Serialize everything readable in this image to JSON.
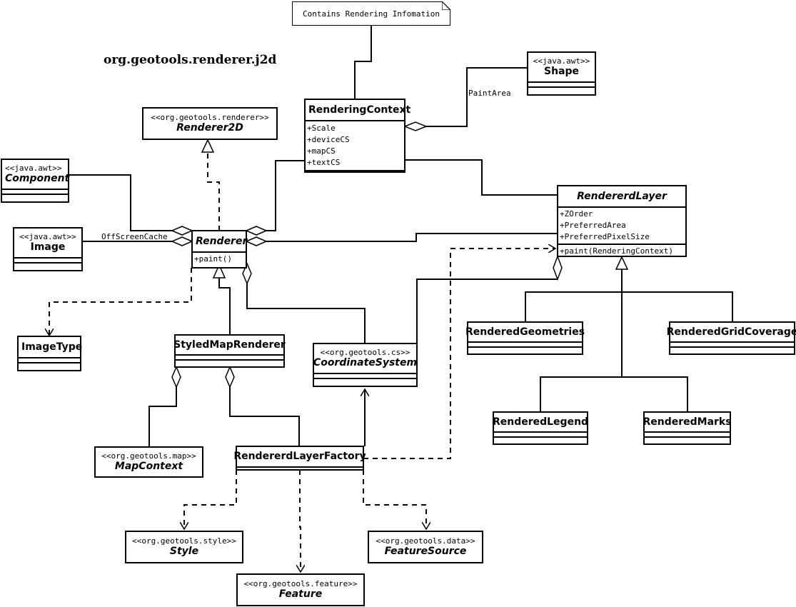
{
  "package_title": "org.geotools.renderer.j2d",
  "note": "Contains Rendering Infomation",
  "labels": {
    "paint_area": "PaintArea",
    "offscreen_cache": "OffScreenCache"
  },
  "classes": {
    "rendering_context": {
      "name": "RenderingContext",
      "attributes": [
        "+Scale",
        "+deviceCS",
        "+mapCS",
        "+textCS"
      ]
    },
    "shape": {
      "stereotype": "<<java.awt>>",
      "name": "Shape"
    },
    "renderer2d": {
      "stereotype": "<<org.geotools.renderer>>",
      "name": "Renderer2D"
    },
    "component": {
      "stereotype": "<<java.awt>>",
      "name": "Component"
    },
    "image": {
      "stereotype": "<<java.awt>>",
      "name": "Image"
    },
    "renderer": {
      "name": "Renderer",
      "operations": [
        "+paint()"
      ]
    },
    "rendered_layer": {
      "name": "RendererdLayer",
      "attributes": [
        "+ZOrder",
        "+PreferredArea",
        "+PreferredPixelSize"
      ],
      "operations": [
        "+paint(RenderingContext)"
      ]
    },
    "image_type": {
      "name": "ImageType"
    },
    "styled_map_renderer": {
      "name": "StyledMapRenderer"
    },
    "coordinate_system": {
      "stereotype": "<<org.geotools.cs>>",
      "name": "CoordinateSystem"
    },
    "rendered_geometries": {
      "name": "RenderedGeometries"
    },
    "rendered_grid_coverage": {
      "name": "RenderedGridCoverage"
    },
    "rendered_legend": {
      "name": "RenderedLegend"
    },
    "rendered_marks": {
      "name": "RenderedMarks"
    },
    "map_context": {
      "stereotype": "<<org.geotools.map>>",
      "name": "MapContext"
    },
    "rendered_layer_factory": {
      "name": "RendererdLayerFactory"
    },
    "style": {
      "stereotype": "<<org.geotools.style>>",
      "name": "Style"
    },
    "feature_source": {
      "stereotype": "<<org.geotools.data>>",
      "name": "FeatureSource"
    },
    "feature": {
      "stereotype": "<<org.geotools.feature>>",
      "name": "Feature"
    }
  }
}
